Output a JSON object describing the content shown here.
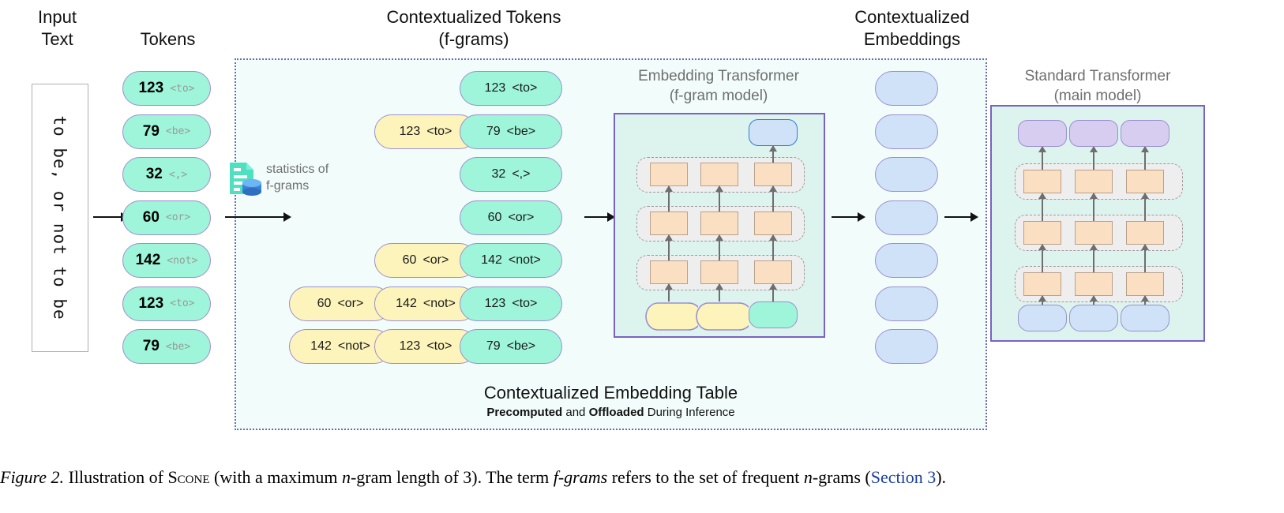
{
  "figure": {
    "caption_prefix": "Figure 2.",
    "caption_part1": " Illustration of ",
    "caption_scone": "Scone",
    "caption_part2": " (with a maximum ",
    "caption_n1": "n",
    "caption_part3": "-gram length of 3). The term ",
    "caption_fgrams": "f-grams",
    "caption_part4": " refers to the set of frequent ",
    "caption_n2": "n",
    "caption_part5": "-grams (",
    "caption_link": "Section 3",
    "caption_part6": ")."
  },
  "columns": {
    "input_text": "Input\nText",
    "tokens": "Tokens",
    "contextualized_tokens": "Contextualized Tokens\n(f-grams)",
    "contextualized_embeddings": "Contextualized\nEmbeddings"
  },
  "input": {
    "text": "to be, or not to be"
  },
  "tokens": [
    {
      "id": "123",
      "tok": "<to>"
    },
    {
      "id": "79",
      "tok": "<be>"
    },
    {
      "id": "32",
      "tok": "<,>"
    },
    {
      "id": "60",
      "tok": "<or>"
    },
    {
      "id": "142",
      "tok": "<not>"
    },
    {
      "id": "123",
      "tok": "<to>"
    },
    {
      "id": "79",
      "tok": "<be>"
    }
  ],
  "stats": {
    "label": "statistics of\nf-grams",
    "icon": "document-database-icon"
  },
  "fgrams": [
    {
      "segments": [
        {
          "id": "123",
          "tok": "<to>",
          "color": "teal"
        }
      ]
    },
    {
      "segments": [
        {
          "id": "123",
          "tok": "<to>",
          "color": "yellow"
        },
        {
          "id": "79",
          "tok": "<be>",
          "color": "teal"
        }
      ]
    },
    {
      "segments": [
        {
          "id": "32",
          "tok": "<,>",
          "color": "teal"
        }
      ]
    },
    {
      "segments": [
        {
          "id": "60",
          "tok": "<or>",
          "color": "teal"
        }
      ]
    },
    {
      "segments": [
        {
          "id": "60",
          "tok": "<or>",
          "color": "yellow"
        },
        {
          "id": "142",
          "tok": "<not>",
          "color": "teal"
        }
      ]
    },
    {
      "segments": [
        {
          "id": "60",
          "tok": "<or>",
          "color": "yellow"
        },
        {
          "id": "142",
          "tok": "<not>",
          "color": "yellow"
        },
        {
          "id": "123",
          "tok": "<to>",
          "color": "teal"
        }
      ]
    },
    {
      "segments": [
        {
          "id": "142",
          "tok": "<not>",
          "color": "yellow"
        },
        {
          "id": "123",
          "tok": "<to>",
          "color": "yellow"
        },
        {
          "id": "79",
          "tok": "<be>",
          "color": "teal"
        }
      ]
    }
  ],
  "embedding_table": {
    "title": "Contextualized Embedding Table",
    "subtitle_b1": "Precomputed",
    "subtitle_mid": " and ",
    "subtitle_b2": "Offloaded",
    "subtitle_end": " During Inference"
  },
  "embedding_transformer": {
    "title": "Embedding Transformer\n(f-gram model)",
    "layers": 3,
    "columns": 3,
    "output_pill_color": "#cfe2f8",
    "input_pills": [
      "yellow",
      "yellow",
      "teal"
    ]
  },
  "standard_transformer": {
    "title": "Standard Transformer\n(main model)",
    "layers": 3,
    "columns": 3,
    "output_pills": [
      "purple",
      "purple",
      "purple"
    ],
    "input_pills": [
      "blue",
      "blue",
      "blue"
    ]
  },
  "contextualized_embeddings": {
    "count": 7,
    "color": "#cfe2f8"
  },
  "colors": {
    "teal": "#9ef5d9",
    "yellow": "#fdf4bb",
    "blue": "#cfe2f8",
    "purple": "#d7cdf0",
    "pill_border": "#9b8fd0",
    "box_border": "#7a61c4",
    "box_fill": "#ddf3ee",
    "table_fill": "#f2fdfb",
    "cell_fill": "#fbdfc2",
    "link": "#1a3fa0"
  }
}
